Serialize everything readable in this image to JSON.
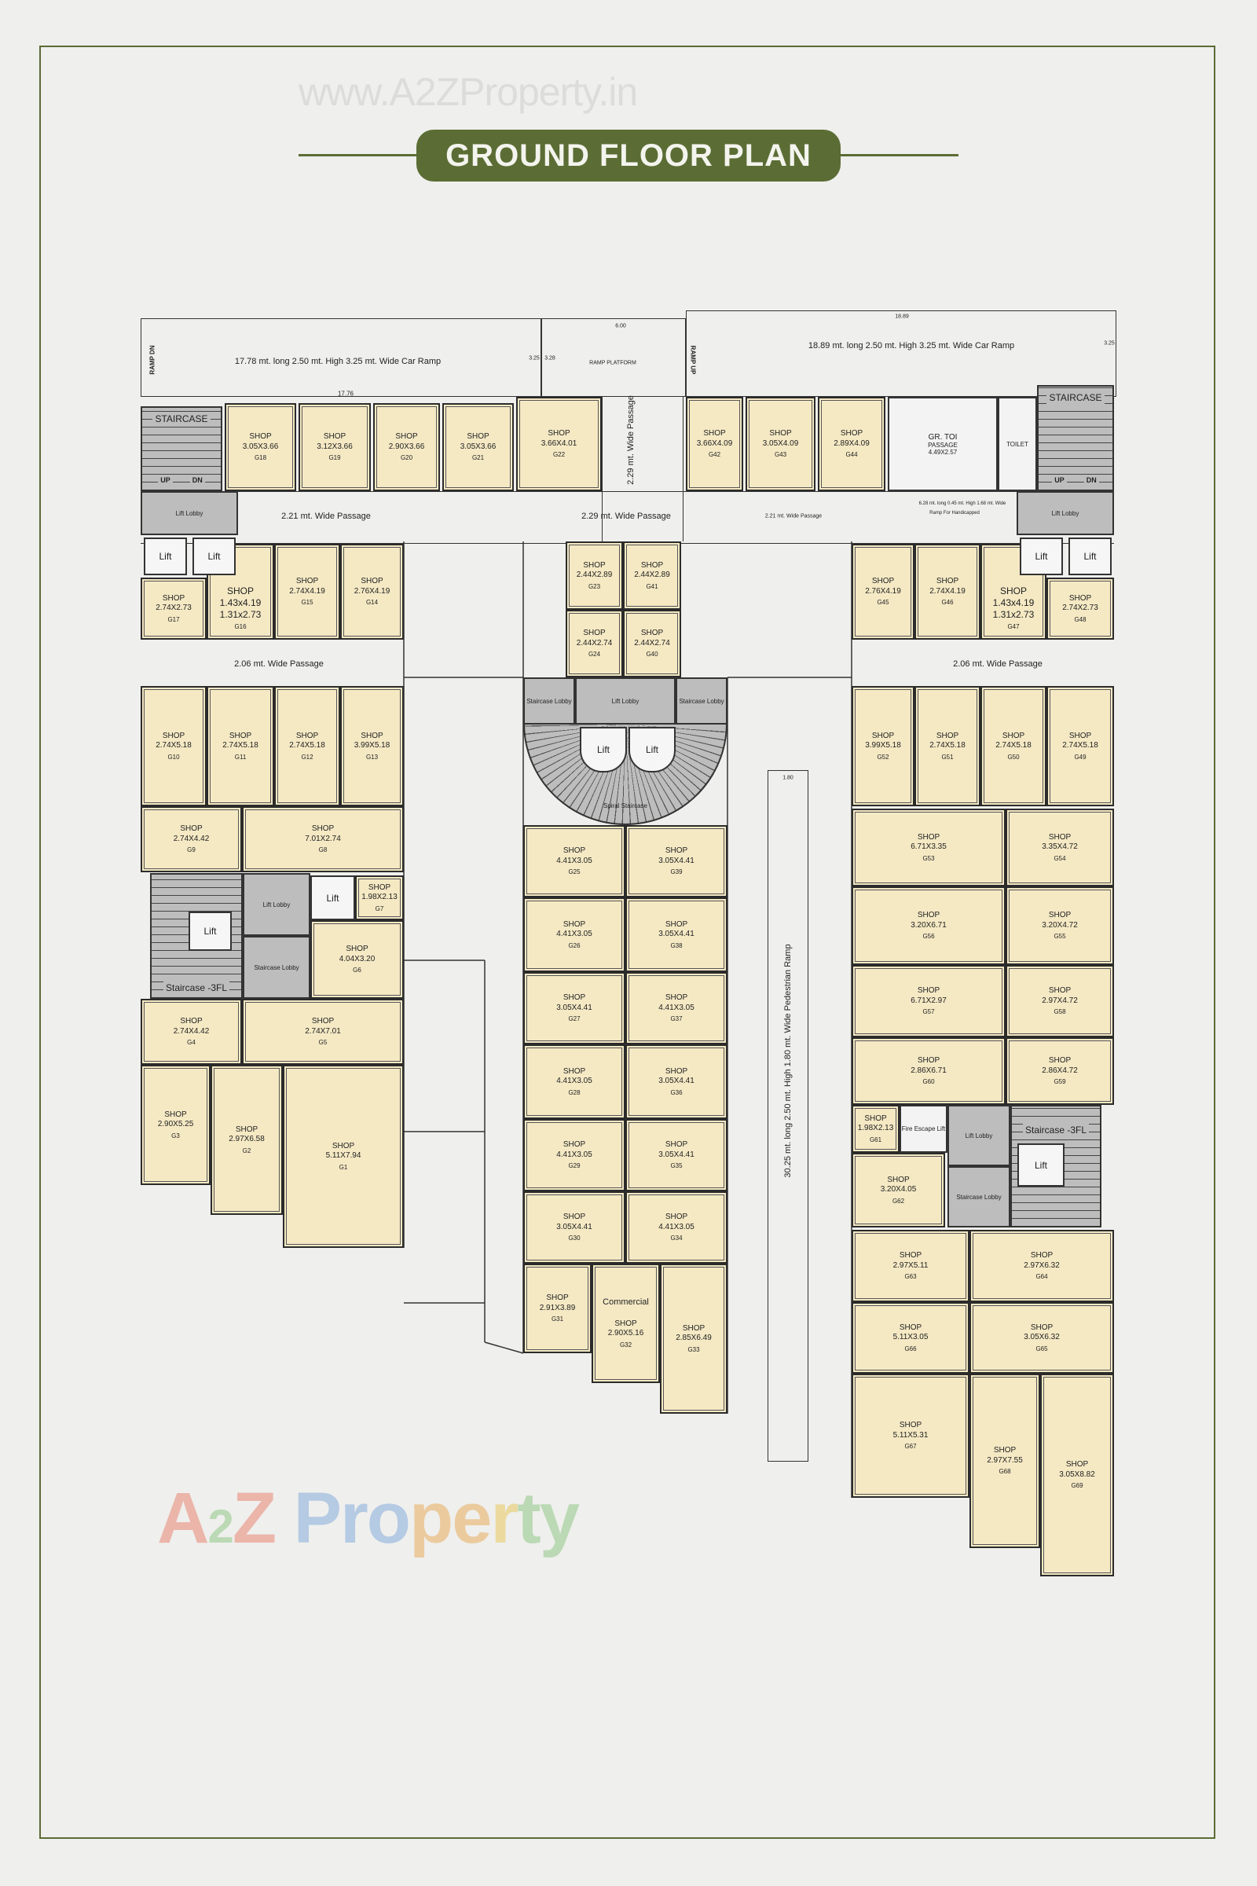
{
  "watermark_url": "www.A2ZProperty.in",
  "title": "GROUND FLOOR PLAN",
  "brand_watermark": {
    "letters": [
      "A",
      "2",
      "Z",
      " ",
      "P",
      "r",
      "o",
      "p",
      "e",
      "r",
      "t",
      "y"
    ],
    "colors": [
      "#e8705a",
      "#7cc070",
      "#e8705a",
      "#ffffff",
      "#6f9ed8",
      "#6f9ed8",
      "#6f9ed8",
      "#e8a040",
      "#e8a040",
      "#e8c040",
      "#7cc070",
      "#7cc070"
    ]
  },
  "colors": {
    "shop_fill": "#f5e9c4",
    "service_fill": "#bdbdbd",
    "accent": "#5b6d34"
  },
  "labels": [
    "17.78 mt. long 2.50 mt. High 3.25 mt. Wide Car Ramp",
    "17.76",
    "3.25",
    "3.28",
    "6.00",
    "RAMP PLATFORM",
    "RAMP DN",
    "RAMP UP",
    "18.89 mt. long 2.50 mt. High 3.25 mt. Wide Car Ramp",
    "18.89",
    "3.25",
    "2.29 mt. Wide Passage",
    "2.21 mt. Wide Passage",
    "2.29 mt. Wide Passage",
    "2.21 mt. Wide Passage",
    "6.28 mt. long 0.45 mt. High 1.68 mt. Wide",
    "Ramp For Handicapped",
    "2.06 mt. Wide Passage",
    "2.06 mt. Wide Passage",
    "1.80",
    "30.25 mt. long 2.50 mt. High 1.80 mt. Wide Pedestrian Ramp"
  ],
  "rooms": [
    {
      "type": "staircase",
      "label": "STAIRCASE"
    },
    {
      "type": "staircase",
      "label": "STAIRCASE"
    },
    {
      "type": "lobby",
      "label": "Lift Lobby"
    },
    {
      "type": "lobby",
      "label": "Lift Lobby"
    },
    {
      "type": "lift",
      "label": "Lift"
    },
    {
      "type": "lift",
      "label": "Lift"
    },
    {
      "type": "lift",
      "label": "Lift"
    },
    {
      "type": "lift",
      "label": "Lift"
    },
    {
      "type": "lobby",
      "label": "Staircase Lobby"
    },
    {
      "type": "lobby",
      "label": "Lift Lobby"
    },
    {
      "type": "lobby",
      "label": "Staircase Lobby"
    },
    {
      "type": "spiral",
      "label": "Spiral Staircase"
    },
    {
      "type": "lift",
      "label": "Lift"
    },
    {
      "type": "lift",
      "label": "Lift"
    },
    {
      "type": "staircase",
      "label": "Staircase -3FL"
    },
    {
      "type": "lobby",
      "label": "Lift Lobby"
    },
    {
      "type": "lobby",
      "label": "Staircase Lobby"
    },
    {
      "type": "lift",
      "label": "Lift"
    },
    {
      "type": "lift",
      "label": "Lift"
    },
    {
      "type": "white",
      "label": "Fire Escape Lift"
    },
    {
      "type": "lobby",
      "label": "Lift Lobby"
    },
    {
      "type": "lobby",
      "label": "Staircase Lobby"
    },
    {
      "type": "staircase",
      "label": "Staircase -3FL"
    },
    {
      "type": "lift",
      "label": "Lift"
    },
    {
      "type": "white",
      "label": "GR. TOI"
    },
    {
      "type": "white",
      "label": "TOILET"
    }
  ],
  "toilet": {
    "passage": "PASSAGE",
    "size": "4.49X2.57"
  },
  "stair_marks": {
    "up": "UP",
    "dn": "DN"
  },
  "shops": [
    {
      "id": "G18",
      "label": "SHOP",
      "size": "3.05X3.66"
    },
    {
      "id": "G19",
      "label": "SHOP",
      "size": "3.12X3.66"
    },
    {
      "id": "G20",
      "label": "SHOP",
      "size": "2.90X3.66"
    },
    {
      "id": "G21",
      "label": "SHOP",
      "size": "3.05X3.66"
    },
    {
      "id": "G22",
      "label": "SHOP",
      "size": "3.66X4.01"
    },
    {
      "id": "G42",
      "label": "SHOP",
      "size": "3.66X4.09"
    },
    {
      "id": "G43",
      "label": "SHOP",
      "size": "3.05X4.09"
    },
    {
      "id": "G44",
      "label": "SHOP",
      "size": "2.89X4.09"
    },
    {
      "id": "G17",
      "label": "SHOP",
      "size": "2.74X2.73"
    },
    {
      "id": "G16",
      "label": "SHOP",
      "size": "1.43x4.19",
      "size2": "1.31x2.73"
    },
    {
      "id": "G15",
      "label": "SHOP",
      "size": "2.74X4.19"
    },
    {
      "id": "G14",
      "label": "SHOP",
      "size": "2.76X4.19"
    },
    {
      "id": "G10",
      "label": "SHOP",
      "size": "2.74X5.18"
    },
    {
      "id": "G11",
      "label": "SHOP",
      "size": "2.74X5.18"
    },
    {
      "id": "G12",
      "label": "SHOP",
      "size": "2.74X5.18"
    },
    {
      "id": "G13",
      "label": "SHOP",
      "size": "3.99X5.18"
    },
    {
      "id": "G9",
      "label": "SHOP",
      "size": "2.74X4.42"
    },
    {
      "id": "G8",
      "label": "SHOP",
      "size": "7.01X2.74"
    },
    {
      "id": "G7",
      "label": "SHOP",
      "size": "1.98X2.13"
    },
    {
      "id": "G6",
      "label": "SHOP",
      "size": "4.04X3.20"
    },
    {
      "id": "G4",
      "label": "SHOP",
      "size": "2.74X4.42"
    },
    {
      "id": "G5",
      "label": "SHOP",
      "size": "2.74X7.01"
    },
    {
      "id": "G3",
      "label": "SHOP",
      "size": "2.90X5.25"
    },
    {
      "id": "G2",
      "label": "SHOP",
      "size": "2.97X6.58"
    },
    {
      "id": "G1",
      "label": "SHOP",
      "size": "5.11X7.94"
    },
    {
      "id": "G23",
      "label": "SHOP",
      "size": "2.44X2.89"
    },
    {
      "id": "G41",
      "label": "SHOP",
      "size": "2.44X2.89"
    },
    {
      "id": "G24",
      "label": "SHOP",
      "size": "2.44X2.74"
    },
    {
      "id": "G40",
      "label": "SHOP",
      "size": "2.44X2.74"
    },
    {
      "id": "G25",
      "label": "SHOP",
      "size": "4.41X3.05"
    },
    {
      "id": "G39",
      "label": "SHOP",
      "size": "3.05X4.41"
    },
    {
      "id": "G26",
      "label": "SHOP",
      "size": "4.41X3.05"
    },
    {
      "id": "G38",
      "label": "SHOP",
      "size": "3.05X4.41"
    },
    {
      "id": "G27",
      "label": "SHOP",
      "size": "3.05X4.41"
    },
    {
      "id": "G37",
      "label": "SHOP",
      "size": "4.41X3.05"
    },
    {
      "id": "G28",
      "label": "SHOP",
      "size": "4.41X3.05"
    },
    {
      "id": "G36",
      "label": "SHOP",
      "size": "3.05X4.41"
    },
    {
      "id": "G29",
      "label": "SHOP",
      "size": "4.41X3.05"
    },
    {
      "id": "G35",
      "label": "SHOP",
      "size": "3.05X4.41"
    },
    {
      "id": "G30",
      "label": "SHOP",
      "size": "3.05X4.41"
    },
    {
      "id": "G34",
      "label": "SHOP",
      "size": "4.41X3.05"
    },
    {
      "id": "G31",
      "label": "SHOP",
      "size": "2.91X3.89"
    },
    {
      "id": "G32",
      "label": "SHOP",
      "size": "2.90X5.16",
      "note": "Commercial"
    },
    {
      "id": "G33",
      "label": "SHOP",
      "size": "2.85X6.49"
    },
    {
      "id": "G45",
      "label": "SHOP",
      "size": "2.76X4.19"
    },
    {
      "id": "G46",
      "label": "SHOP",
      "size": "2.74X4.19"
    },
    {
      "id": "G47",
      "label": "SHOP",
      "size": "1.43x4.19",
      "size2": "1.31x2.73"
    },
    {
      "id": "G48",
      "label": "SHOP",
      "size": "2.74X2.73"
    },
    {
      "id": "G52",
      "label": "SHOP",
      "size": "3.99X5.18"
    },
    {
      "id": "G51",
      "label": "SHOP",
      "size": "2.74X5.18"
    },
    {
      "id": "G50",
      "label": "SHOP",
      "size": "2.74X5.18"
    },
    {
      "id": "G49",
      "label": "SHOP",
      "size": "2.74X5.18"
    },
    {
      "id": "G53",
      "label": "SHOP",
      "size": "6.71X3.35"
    },
    {
      "id": "G54",
      "label": "SHOP",
      "size": "3.35X4.72"
    },
    {
      "id": "G56",
      "label": "SHOP",
      "size": "3.20X6.71"
    },
    {
      "id": "G55",
      "label": "SHOP",
      "size": "3.20X4.72"
    },
    {
      "id": "G57",
      "label": "SHOP",
      "size": "6.71X2.97"
    },
    {
      "id": "G58",
      "label": "SHOP",
      "size": "2.97X4.72"
    },
    {
      "id": "G60",
      "label": "SHOP",
      "size": "2.86X6.71"
    },
    {
      "id": "G59",
      "label": "SHOP",
      "size": "2.86X4.72"
    },
    {
      "id": "G61",
      "label": "SHOP",
      "size": "1.98X2.13"
    },
    {
      "id": "G62",
      "label": "SHOP",
      "size": "3.20X4.05"
    },
    {
      "id": "G63",
      "label": "SHOP",
      "size": "2.97X5.11"
    },
    {
      "id": "G64",
      "label": "SHOP",
      "size": "2.97X6.32"
    },
    {
      "id": "G66",
      "label": "SHOP",
      "size": "5.11X3.05"
    },
    {
      "id": "G65",
      "label": "SHOP",
      "size": "3.05X6.32"
    },
    {
      "id": "G67",
      "label": "SHOP",
      "size": "5.11X5.31"
    },
    {
      "id": "G68",
      "label": "SHOP",
      "size": "2.97X7.55"
    },
    {
      "id": "G69",
      "label": "SHOP",
      "size": "3.05X8.82"
    }
  ]
}
